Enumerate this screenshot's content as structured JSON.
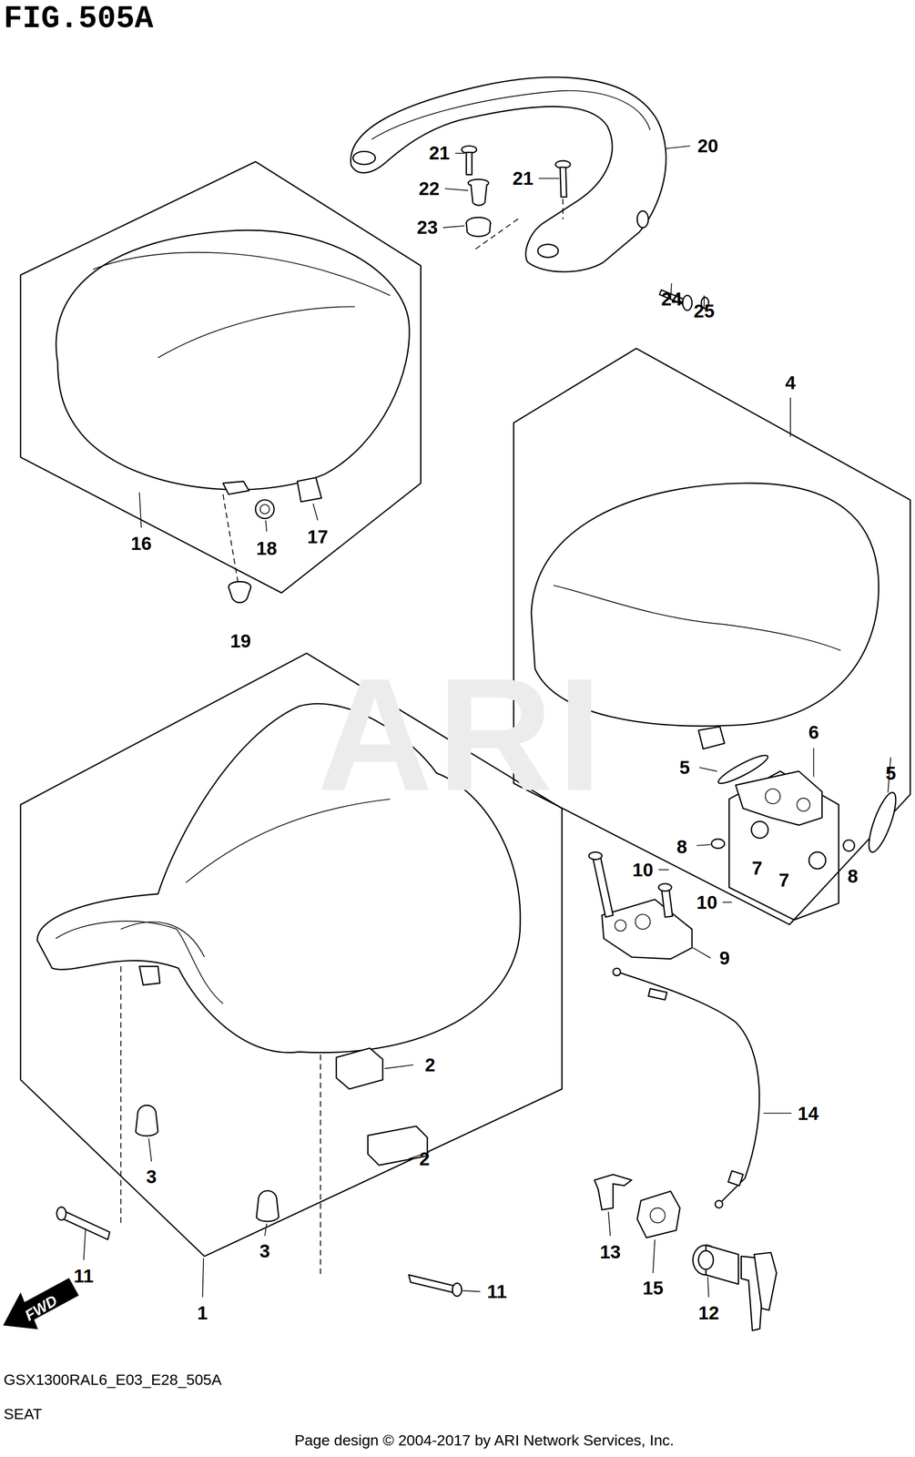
{
  "diagram": {
    "title": "FIG.505A",
    "caption": "SEAT",
    "labels": [
      "20",
      "21",
      "21",
      "22",
      "23",
      "24",
      "25",
      "4",
      "16",
      "17",
      "18",
      "19",
      "ARI",
      "6",
      "5",
      "5",
      "8",
      "8",
      "7",
      "7",
      "10",
      "10",
      "9",
      "2",
      "14",
      "2",
      "3",
      "3",
      "13",
      "11",
      "15",
      "11",
      "1",
      "12",
      "FWD",
      "GSX1300RAL6_E03_E28_505A",
      "Page design © 2004-2017 by ARI Network Services, Inc."
    ]
  }
}
